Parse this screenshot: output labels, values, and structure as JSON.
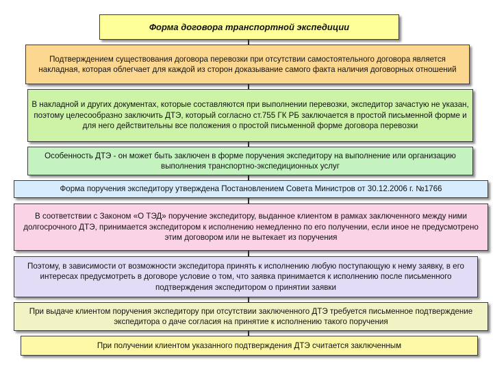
{
  "title": "Форма договора транспортной экспедиции",
  "blocks": [
    {
      "text": "Подтверждением существования договора перевозки при отсутствии самостоятельного договора является накладная, которая облегчает для каждой из сторон доказывание самого факта наличия договорных отношений",
      "color": "#fbd78f"
    },
    {
      "text": "В накладной и других документах, которые составляются при выполнении перевозки, экспедитор зачастую не указан, поэтому целесообразно заключить ДТЭ, который согласно ст.755 ГК РБ заключается в простой письменной форме и для него действительны все положения о простой письменной форме договора перевозки",
      "color": "#cdf4a6"
    },
    {
      "text": "Особенность ДТЭ - он может быть заключен в форме поручения экспедитору на выполнение или организацию выполнения транспортно-экспедиционных услуг",
      "color": "#c4f3c0"
    },
    {
      "text": "Форма поручения экспедитору утверждена Постановлением Совета Министров от 30.12.2006 г. №1766",
      "color": "#d6ecfd"
    },
    {
      "text": "В соответствии с Законом «О ТЭД» поручение экспедитору, выданное клиентом в рамках заключенного между ними долгосрочного ДТЭ, принимается экспедитором к исполнению немедленно по его получении, если иное не предусмотрено этим договором или не вытекает из поручения",
      "color": "#fbd3e6"
    },
    {
      "text": "Поэтому, в зависимости от возможности экспедитора принять к исполнению любую поступающую к нему заявку, в его интересах предусмотреть в договоре условие о том, что заявка принимается к исполнению после письменного подтверждения экспедитором о принятии заявки",
      "color": "#e2dcf7"
    },
    {
      "text": "При выдаче клиентом поручения экспедитору при отсутствии заключенного ДТЭ требуется письменное подтверждение экспедитора о даче согласия на принятие к исполнению такого поручения",
      "color": "#f1f3c4"
    },
    {
      "text": "При получении клиентом указанного подтверждения ДТЭ считается заключенным",
      "color": "#fdf8a6"
    }
  ],
  "colors": {
    "title_fill": "#ffff99",
    "border": "#3a3a3a",
    "connector": "#2a2a2a"
  }
}
